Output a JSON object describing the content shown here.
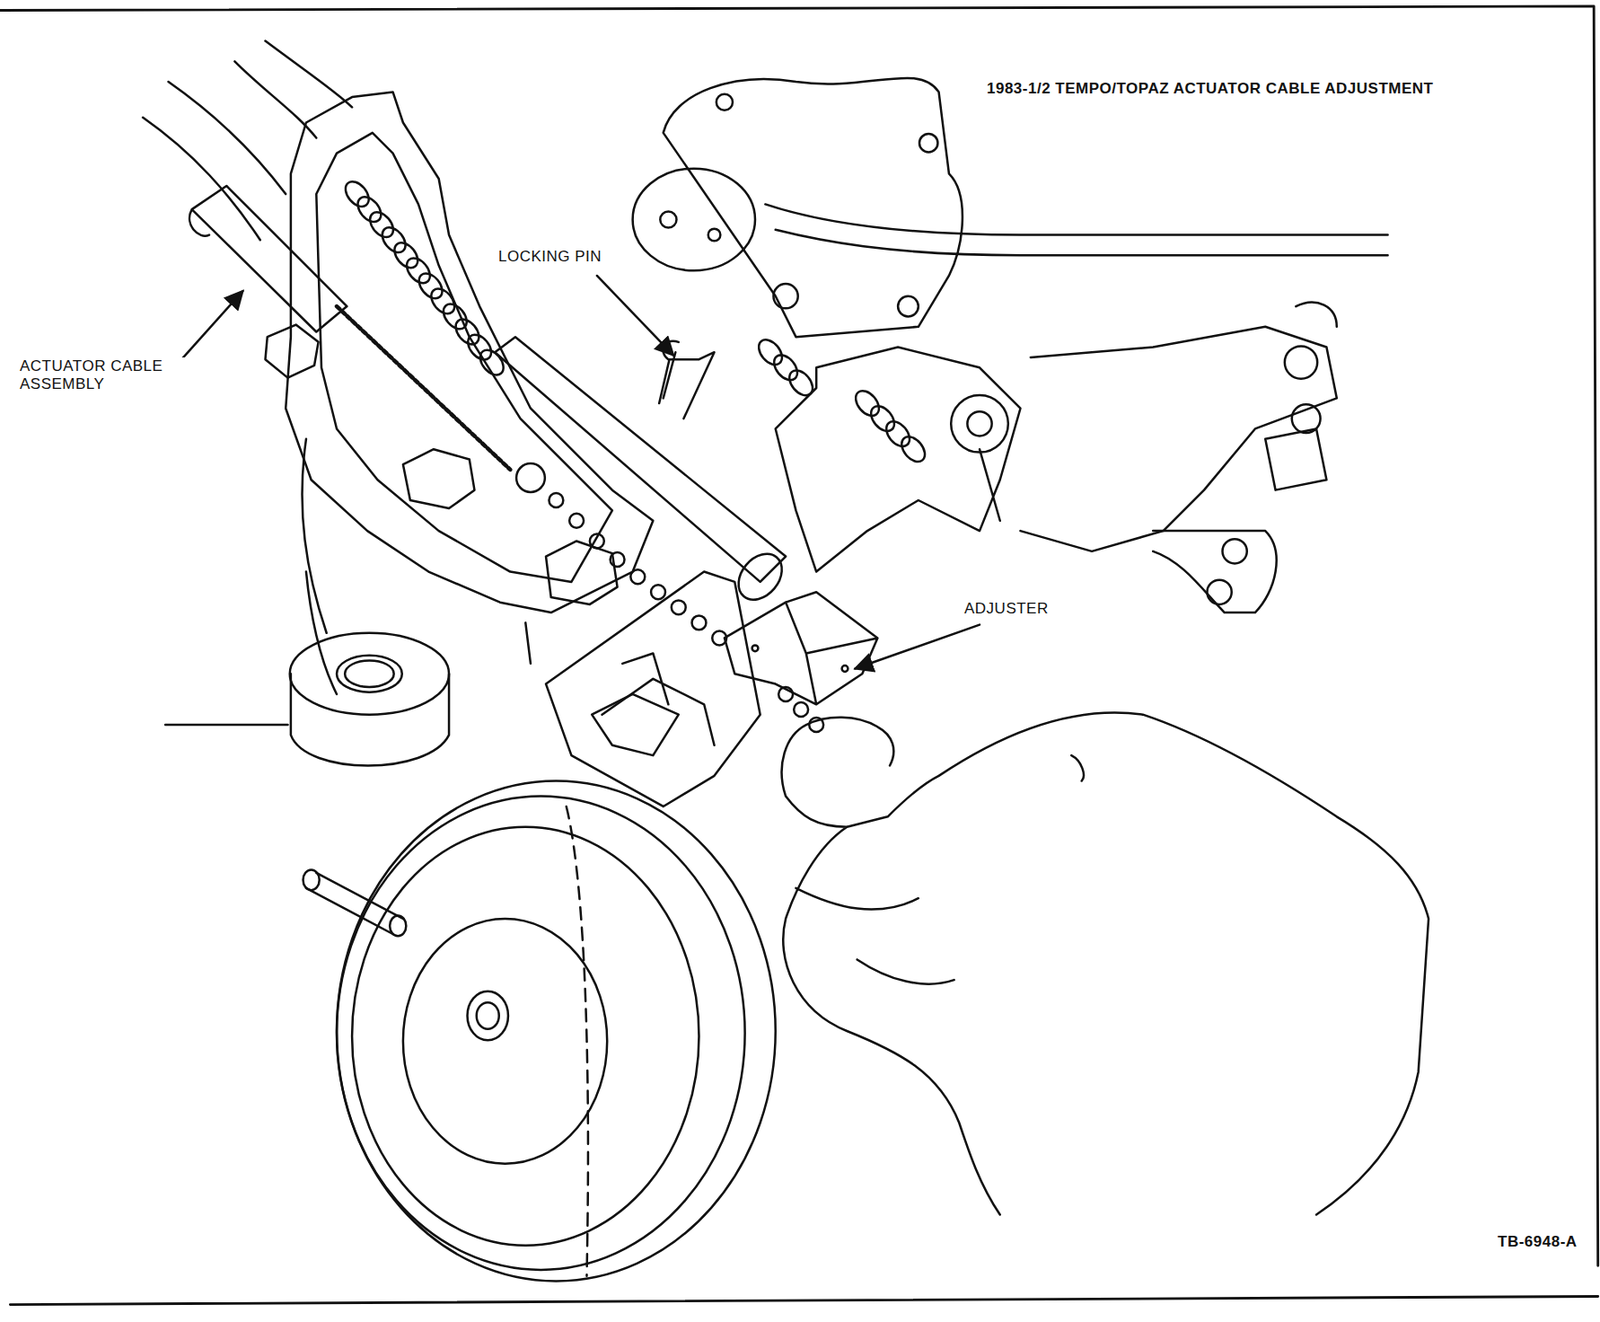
{
  "diagram": {
    "title": "1983-1/2 TEMPO/TOPAZ ACTUATOR CABLE ADJUSTMENT",
    "labels": [
      "ACTUATOR CABLE ASSEMBLY",
      "LOCKING PIN",
      "ADJUSTER",
      "TB-6948-A"
    ]
  }
}
